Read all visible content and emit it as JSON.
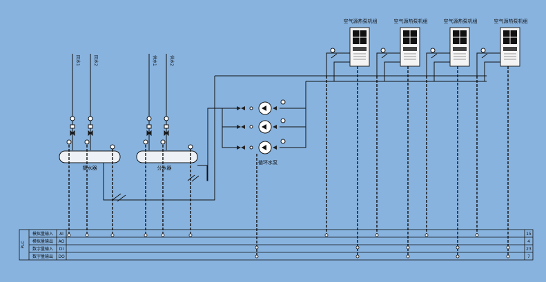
{
  "heat_pump_units": [
    {
      "label": "空气源热泵机组"
    },
    {
      "label": "空气源热泵机组"
    },
    {
      "label": "空气源热泵机组"
    },
    {
      "label": "空气源热泵机组"
    }
  ],
  "pipes": {
    "return_1": "回水1",
    "return_2": "回水2",
    "supply_1": "供水1",
    "supply_2": "供水2"
  },
  "headers": {
    "collector": "集水器",
    "distributor": "分水器"
  },
  "pump_group": "循环水泵",
  "plc": {
    "label": "PLC",
    "rows": [
      {
        "name": "模拟量输入",
        "code": "AI",
        "count": "15"
      },
      {
        "name": "模拟量输出",
        "code": "AO",
        "count": "4"
      },
      {
        "name": "数字量输入",
        "code": "DI",
        "count": "23"
      },
      {
        "name": "数字量输出",
        "code": "DO",
        "count": "7"
      }
    ]
  }
}
